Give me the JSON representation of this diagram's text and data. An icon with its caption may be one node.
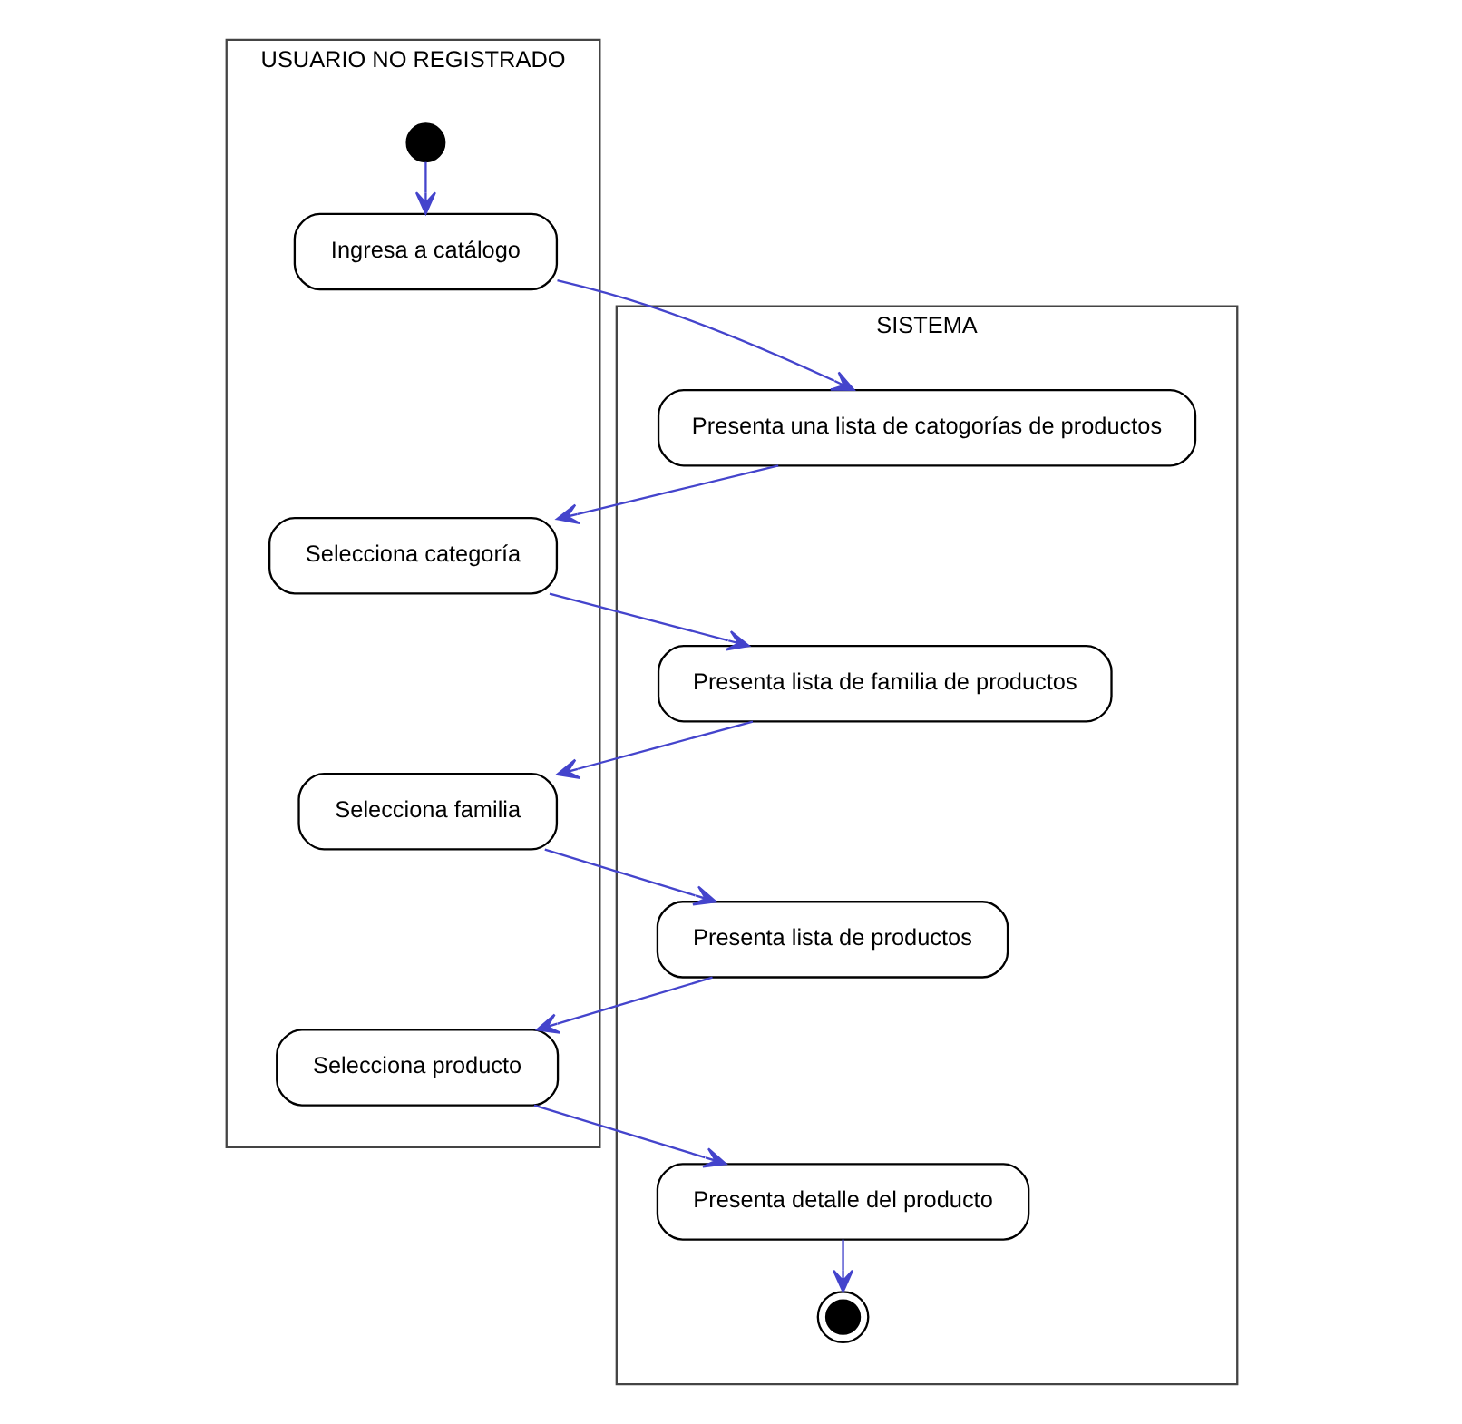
{
  "diagram": {
    "nodes": [
      {
        "text": [
          "USUARIO NO REGISTRADO"
        ]
      },
      {
        "text": [
          "SISTEMA"
        ]
      },
      {
        "text": [],
        "shape": "circle",
        "in": 0
      },
      {
        "text": [
          "Ingresa a catálogo"
        ],
        "in": 0
      },
      {
        "text": [
          "Presenta una lista de catogorías de productos"
        ],
        "in": 1
      },
      {
        "text": [
          "Selecciona categoría"
        ],
        "in": 0
      },
      {
        "text": [
          "Presenta lista de familia de productos"
        ],
        "in": 1
      },
      {
        "text": [
          "Selecciona familia"
        ],
        "in": 0
      },
      {
        "text": [
          "Presenta lista de productos"
        ],
        "in": 1
      },
      {
        "text": [
          "Selecciona producto"
        ],
        "in": 0
      },
      {
        "text": [
          "Presenta detalle del producto"
        ],
        "in": 1
      },
      {
        "text": [],
        "shape": "circle",
        "in": 1
      }
    ],
    "edges": [
      {
        "from": 2,
        "to": 3,
        "arrow": "to"
      },
      {
        "from": 3,
        "to": 4,
        "arrow": "to"
      },
      {
        "from": 4,
        "to": 5,
        "arrow": "to"
      },
      {
        "from": 5,
        "to": 6,
        "arrow": "to"
      },
      {
        "from": 6,
        "to": 7,
        "arrow": "to"
      },
      {
        "from": 7,
        "to": 8,
        "arrow": "to"
      },
      {
        "from": 8,
        "to": 9,
        "arrow": "to"
      },
      {
        "from": 9,
        "to": 10,
        "arrow": "to"
      },
      {
        "from": 10,
        "to": 11,
        "arrow": "to"
      }
    ]
  }
}
